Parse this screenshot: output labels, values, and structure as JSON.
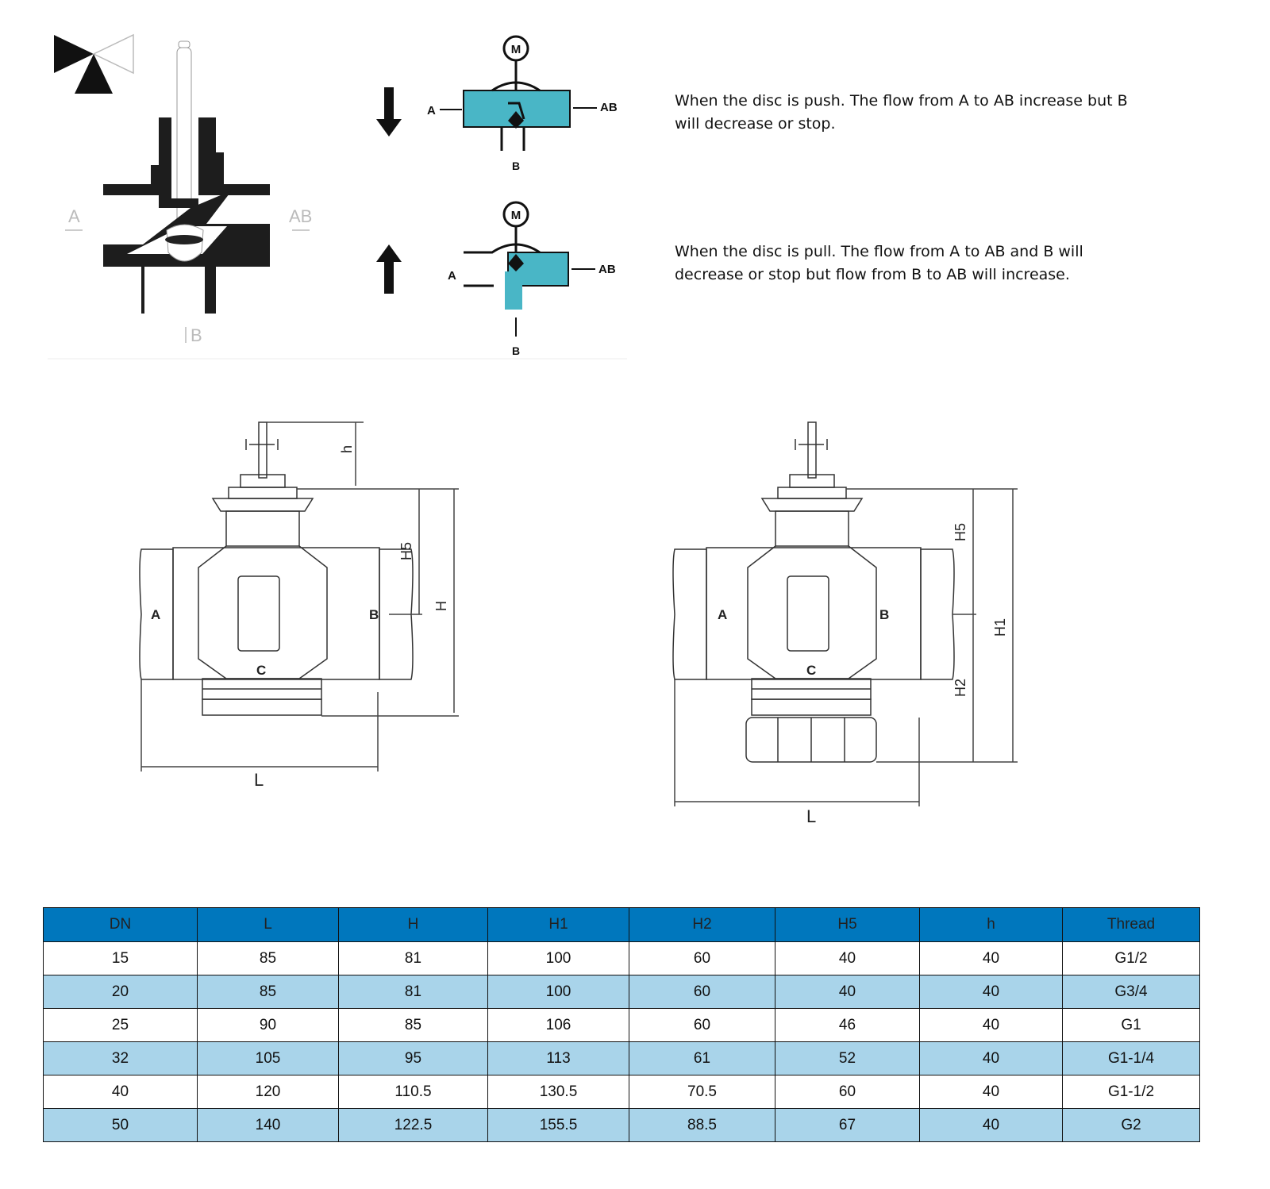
{
  "descriptions": {
    "push": "When the disc is push. The flow from A to AB increase but B will decrease or stop.",
    "pull": "When the disc is pull. The flow from A to AB and B will decrease or stop but flow from B to AB will increase."
  },
  "section_labels": {
    "port_a": "A",
    "port_ab": "AB",
    "port_b": "B",
    "motor": "M"
  },
  "drawing_labels": {
    "left_dims": [
      "h",
      "H5",
      "H",
      "L"
    ],
    "right_dims": [
      "H5",
      "H2",
      "H1",
      "L"
    ],
    "body_ports": [
      "A",
      "B",
      "C"
    ]
  },
  "colors": {
    "water": "#49b6c6",
    "header": "#0077bd",
    "alt_row": "#a9d4ea"
  },
  "table": {
    "headers": [
      "DN",
      "L",
      "H",
      "H1",
      "H2",
      "H5",
      "h",
      "Thread"
    ],
    "rows": [
      [
        "15",
        "85",
        "81",
        "100",
        "60",
        "40",
        "40",
        "G1/2"
      ],
      [
        "20",
        "85",
        "81",
        "100",
        "60",
        "40",
        "40",
        "G3/4"
      ],
      [
        "25",
        "90",
        "85",
        "106",
        "60",
        "46",
        "40",
        "G1"
      ],
      [
        "32",
        "105",
        "95",
        "113",
        "61",
        "52",
        "40",
        "G1-1/4"
      ],
      [
        "40",
        "120",
        "110.5",
        "130.5",
        "70.5",
        "60",
        "40",
        "G1-1/2"
      ],
      [
        "50",
        "140",
        "122.5",
        "155.5",
        "88.5",
        "67",
        "40",
        "G2"
      ]
    ]
  }
}
